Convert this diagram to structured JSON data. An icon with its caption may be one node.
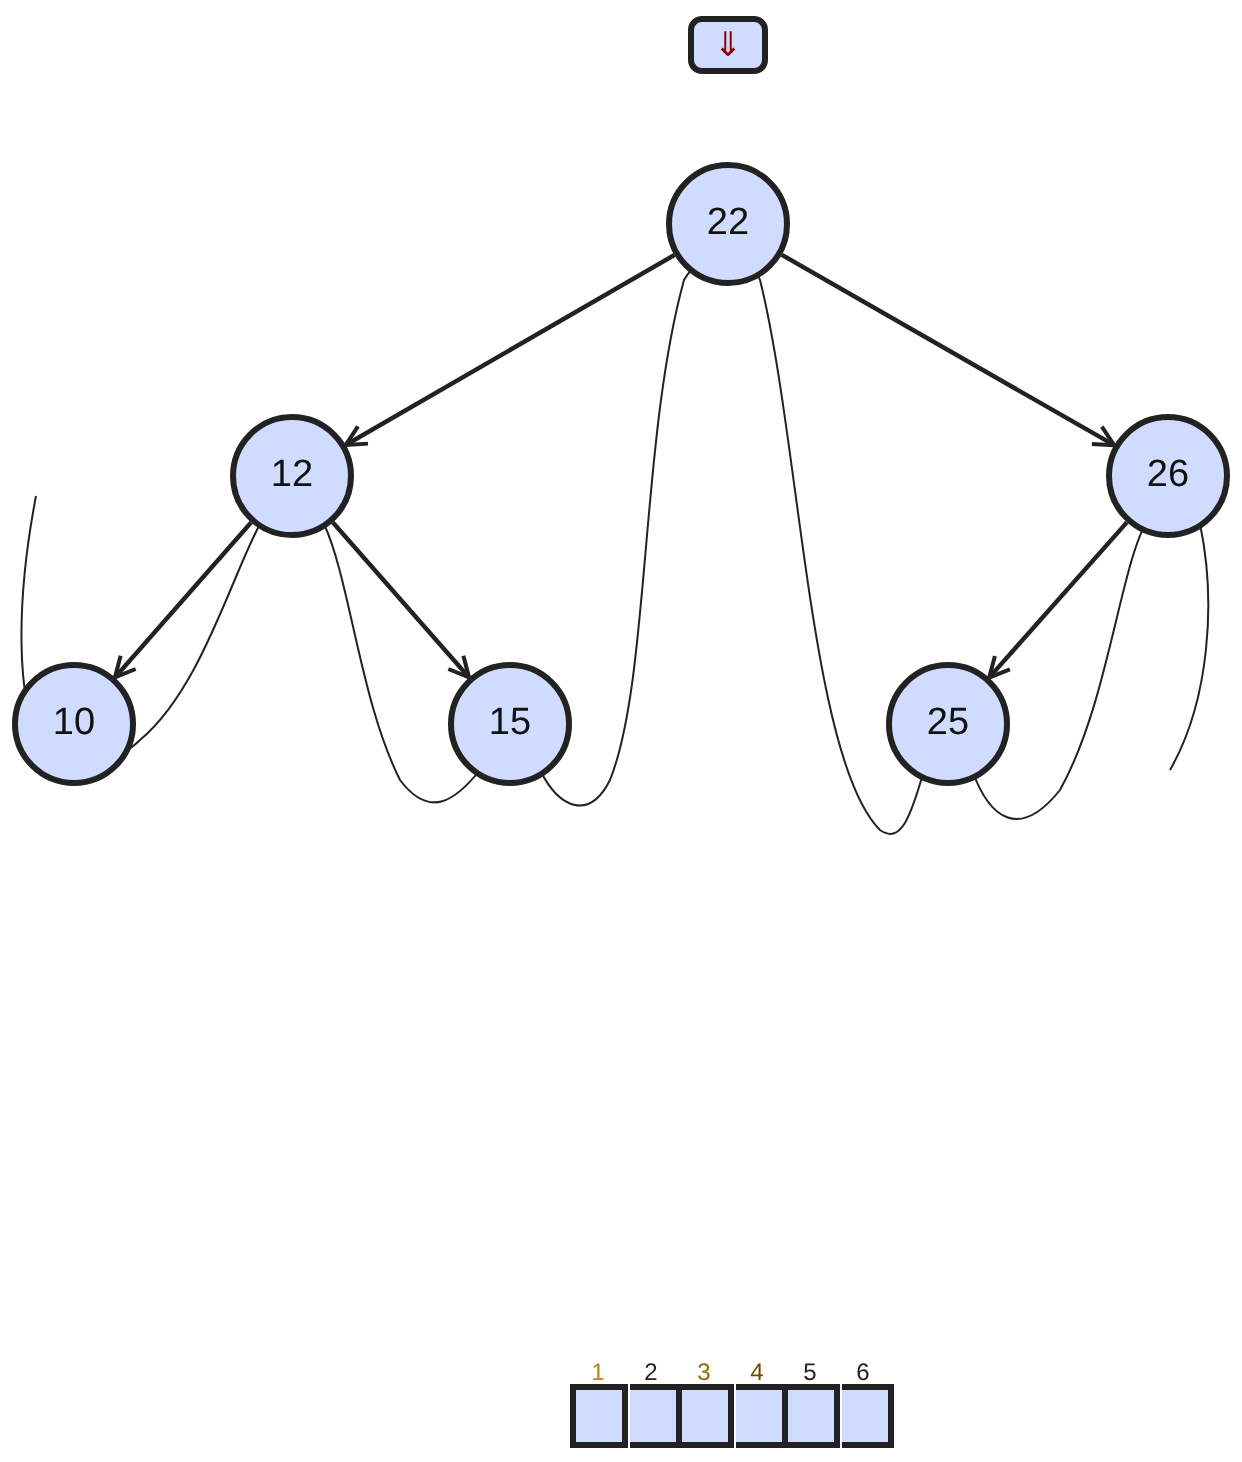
{
  "diagram": {
    "nodes": [
      {
        "text": [
          "22"
        ]
      },
      {
        "text": [
          "12"
        ]
      },
      {
        "text": [
          "26"
        ]
      },
      {
        "text": [
          "10"
        ]
      },
      {
        "text": [
          "15"
        ]
      },
      {
        "text": [
          "25"
        ]
      }
    ],
    "edges": [
      {
        "from": 0,
        "to": 1,
        "arrow": "to"
      },
      {
        "from": 0,
        "to": 2,
        "arrow": "to"
      },
      {
        "from": 1,
        "to": 3,
        "arrow": "to"
      },
      {
        "from": 1,
        "to": 4,
        "arrow": "to"
      },
      {
        "from": 2,
        "to": 5,
        "arrow": "to"
      }
    ],
    "labels": [
      "⇓",
      "1",
      "2",
      "3",
      "4",
      "5",
      "6"
    ]
  }
}
